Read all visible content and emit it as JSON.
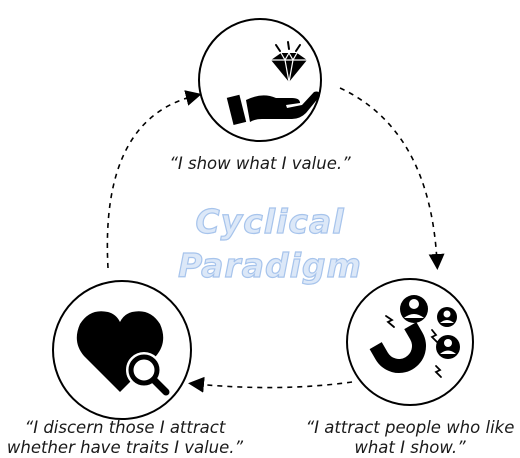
{
  "diagram": {
    "title_line1": "Cyclical",
    "title_line2": "Paradigm",
    "nodes": [
      {
        "id": "show",
        "caption": "“I show what I value.”",
        "icon": "hand-diamond-icon"
      },
      {
        "id": "attract",
        "caption_line1": "“I attract people who like",
        "caption_line2": "what I show.”",
        "icon": "magnet-people-icon"
      },
      {
        "id": "discern",
        "caption_line1": "“I discern those I attract",
        "caption_line2": "whether have traits I value.”",
        "icon": "heart-search-icon"
      }
    ],
    "colors": {
      "stroke": "#000000",
      "title_fill": "#dce8f8",
      "title_stroke": "#a7c4ec"
    }
  }
}
